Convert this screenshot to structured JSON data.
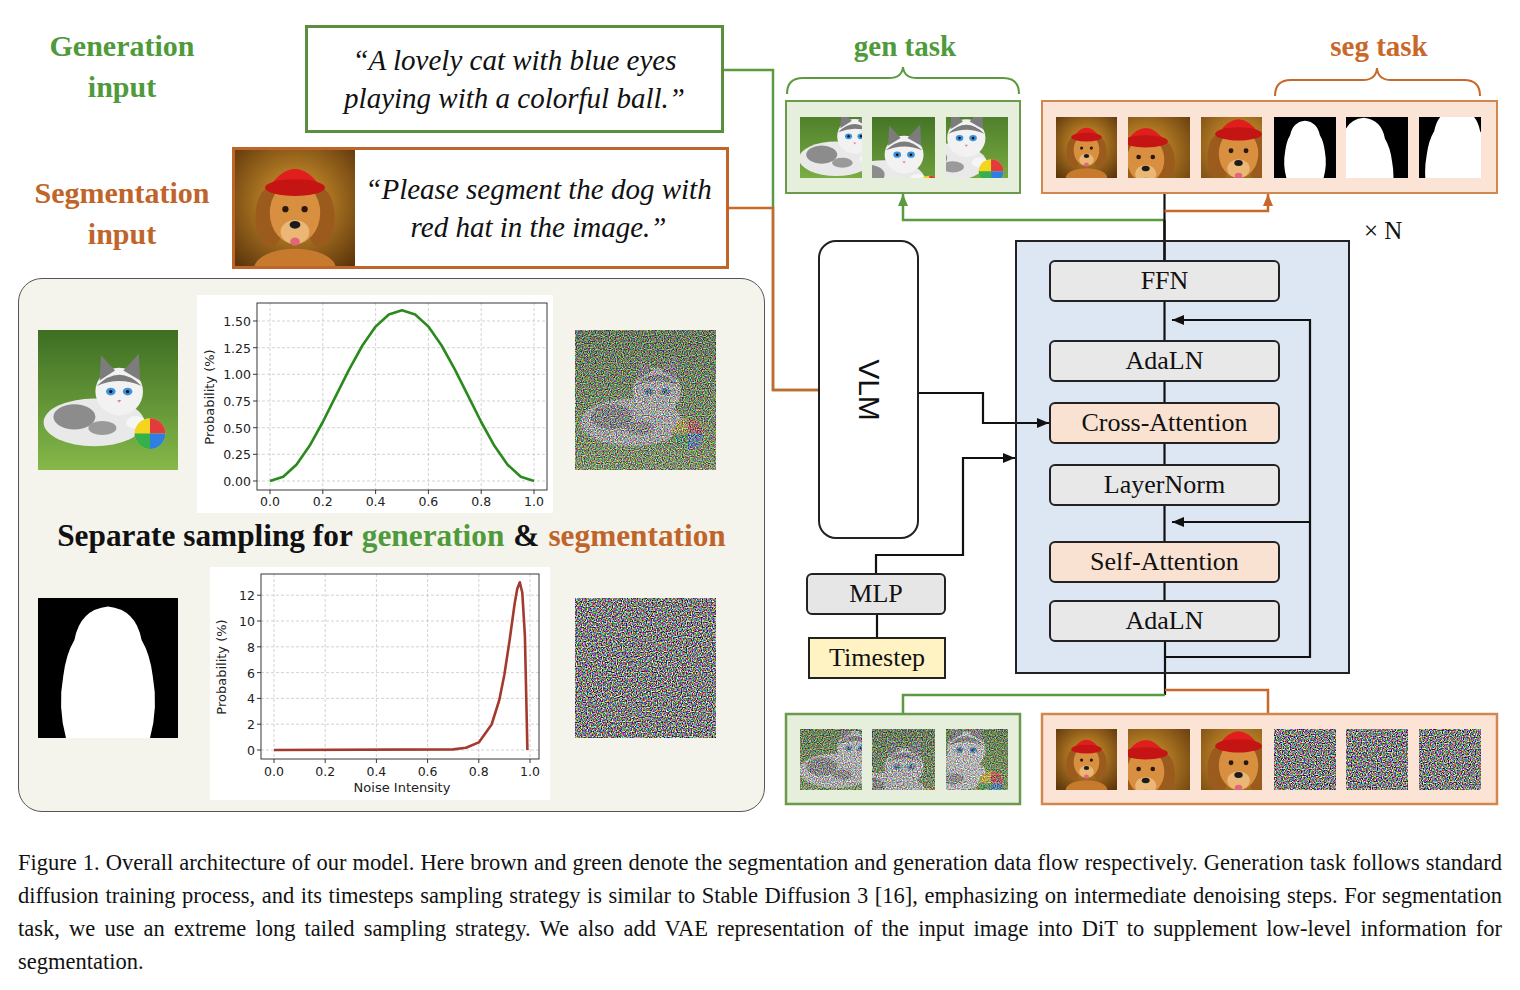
{
  "diagram": {
    "caption": "Figure 1. Overall architecture of our model. Here brown and green denote the segmentation and generation data flow respectively. Generation task follows standard diffusion training process, and its timesteps sampling strategy is similar to Stable Diffusion 3 [16], emphasizing on intermediate denoising steps. For segmentation task, we use an extreme long tailed sampling strategy. We also add VAE representation of the input image into DiT to supplement low-level information for segmentation.",
    "nodes": [
      {
        "text": [
          "“A lovely cat with blue eyes playing with a colorful ball.”"
        ]
      },
      {
        "text": [
          "“Please segment the dog with red hat in the image.”"
        ]
      },
      {
        "text": [
          "Separate sampling for",
          "generation",
          "&",
          "segmentation"
        ]
      },
      {
        "text": [
          "VLM"
        ]
      },
      {
        "text": [
          "MLP"
        ]
      },
      {
        "text": [
          "Timestep"
        ]
      },
      {
        "text": [
          "× N"
        ]
      },
      {
        "text": [
          "FFN"
        ],
        "in": 6
      },
      {
        "text": [
          "AdaLN"
        ],
        "in": 6
      },
      {
        "text": [
          "Cross-Attention"
        ],
        "in": 6
      },
      {
        "text": [
          "LayerNorm"
        ],
        "in": 6
      },
      {
        "text": [
          "Self-Attention"
        ],
        "in": 6
      },
      {
        "text": [
          "AdaLN"
        ],
        "in": 6
      },
      {
        "text": [
          "gen task"
        ]
      },
      {
        "text": [
          "seg task"
        ]
      }
    ],
    "edges": [
      {
        "from": 0,
        "to": 3,
        "arrow": "none"
      },
      {
        "from": 1,
        "to": 3,
        "arrow": "none"
      },
      {
        "from": 3,
        "to": 9,
        "arrow": "to"
      },
      {
        "from": 5,
        "to": 4,
        "arrow": "none"
      },
      {
        "from": 4,
        "to": 6,
        "arrow": "to"
      },
      {
        "from": 12,
        "to": 11,
        "arrow": "none"
      },
      {
        "from": 11,
        "to": 10,
        "arrow": "none"
      },
      {
        "from": 10,
        "to": 9,
        "arrow": "none"
      },
      {
        "from": 9,
        "to": 8,
        "arrow": "none"
      },
      {
        "from": 8,
        "to": 7,
        "arrow": "none"
      },
      {
        "from": 7,
        "to": 13,
        "arrow": "to"
      },
      {
        "from": 7,
        "to": 14,
        "arrow": "to"
      }
    ],
    "labels": [
      "Generation input",
      "Segmentation input",
      "Probability (%)",
      "0.00",
      "0.25",
      "0.50",
      "0.75",
      "1.00",
      "1.25",
      "1.50",
      "0.0",
      "0.2",
      "0.4",
      "0.6",
      "0.8",
      "1.0",
      "Probability (%)",
      "0",
      "2",
      "4",
      "6",
      "8",
      "10",
      "12",
      "0.0",
      "0.2",
      "0.4",
      "0.6",
      "0.8",
      "1.0",
      "Noise Intensity"
    ]
  }
}
